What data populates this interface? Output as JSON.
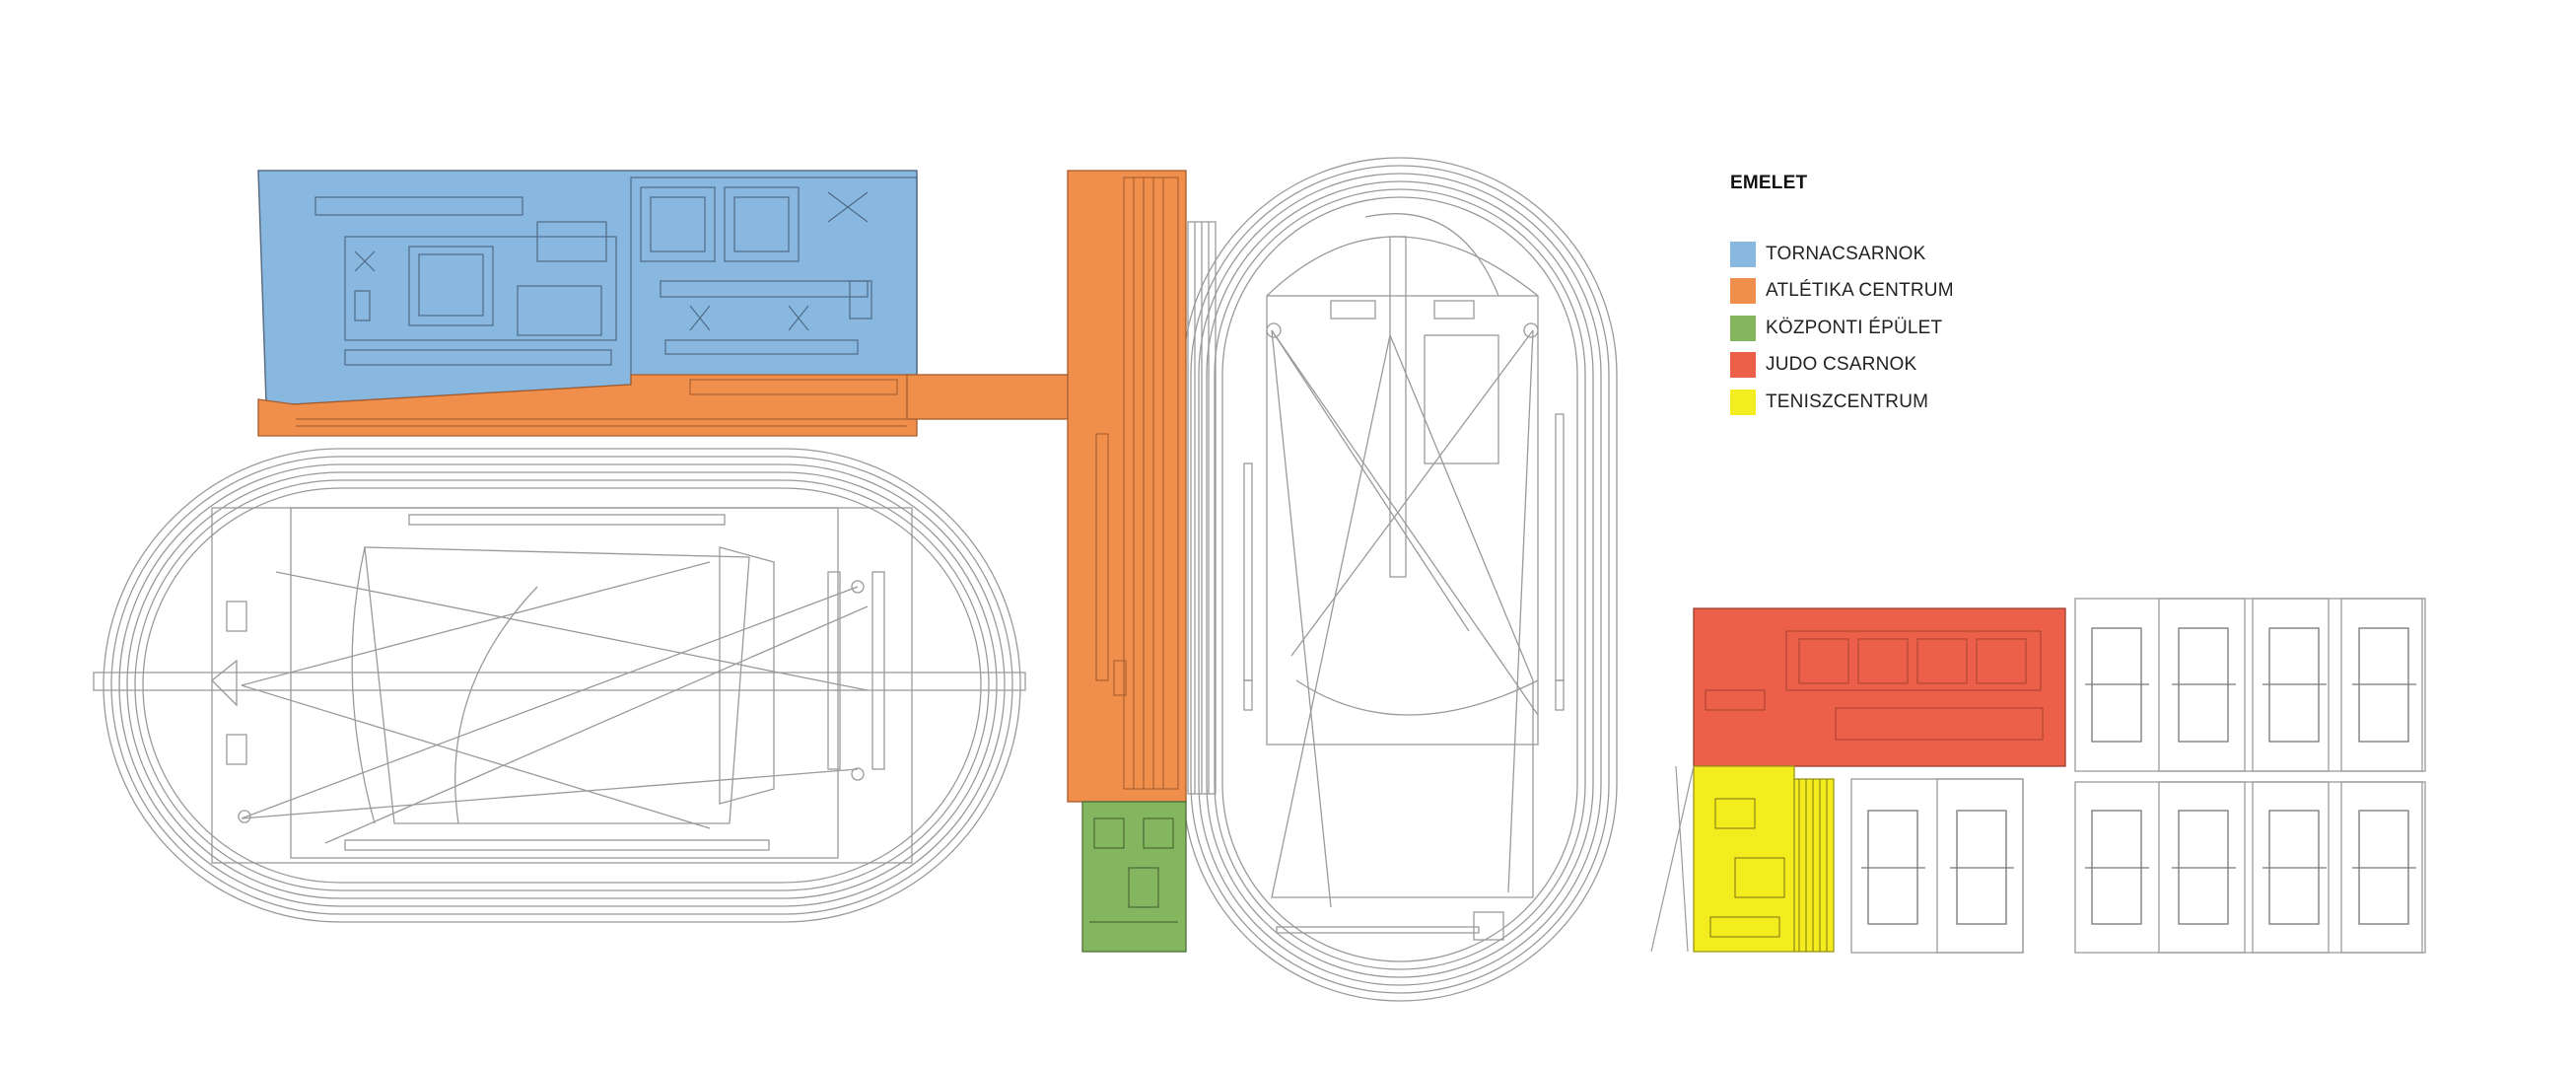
{
  "legend": {
    "title": "EMELET",
    "items": [
      {
        "label": "TORNACSARNOK",
        "color": "#88b7e0"
      },
      {
        "label": "ATLÉTIKA CENTRUM",
        "color": "#f08f4c"
      },
      {
        "label": "KÖZPONTI ÉPÜLET",
        "color": "#84b55f"
      },
      {
        "label": "JUDO CSARNOK",
        "color": "#ec604a"
      },
      {
        "label": "TENISZCENTRUM",
        "color": "#f3ec1e"
      }
    ]
  }
}
